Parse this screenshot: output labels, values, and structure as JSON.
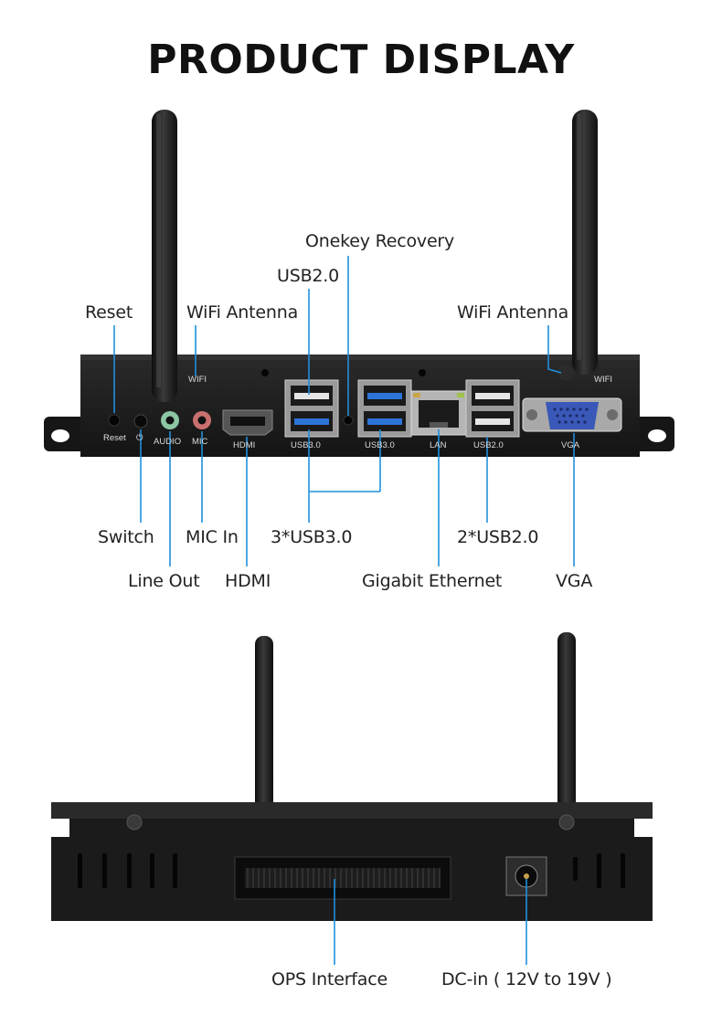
{
  "title": "PRODUCT DISPLAY",
  "callouts": {
    "onekey": "Onekey Recovery",
    "usb20_top": "USB2.0",
    "reset": "Reset",
    "wifi_left": "WiFi Antenna",
    "wifi_right": "WiFi Antenna",
    "switch": "Switch",
    "mic_in": "MIC In",
    "usb30_group": "3*USB3.0",
    "usb20_group": "2*USB2.0",
    "line_out": "Line Out",
    "hdmi": "HDMI",
    "gigabit": "Gigabit Ethernet",
    "vga": "VGA",
    "ops": "OPS Interface",
    "dcin": "DC-in ( 12V to 19V )"
  },
  "panel_labels": {
    "wifi_l": "WIFI",
    "wifi_r": "WIFI",
    "reset": "Reset",
    "power": "⏻",
    "audio": "AUDIO",
    "mic": "MIC",
    "hdmi": "HDMI",
    "usb30_a": "USB3.0",
    "usb30_b": "USB3.0",
    "lan": "LAN",
    "usb20": "USB2.0",
    "vga": "VGA"
  },
  "colors": {
    "line": "#1f8fdc",
    "chassis": "#1c1c1c",
    "usb3": "#2c74d8",
    "audio_green": "#8cc6a3",
    "mic_pink": "#c9706f",
    "vga_blue": "#3a58b8"
  }
}
